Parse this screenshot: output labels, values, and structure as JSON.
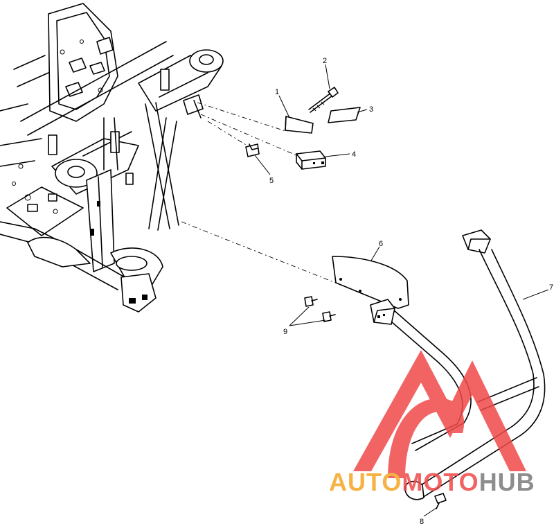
{
  "callouts": [
    {
      "id": "1",
      "label": "1"
    },
    {
      "id": "2",
      "label": "2"
    },
    {
      "id": "3",
      "label": "3"
    },
    {
      "id": "4",
      "label": "4"
    },
    {
      "id": "5",
      "label": "5"
    },
    {
      "id": "6",
      "label": "6"
    },
    {
      "id": "7",
      "label": "7"
    },
    {
      "id": "8",
      "label": "8"
    },
    {
      "id": "9",
      "label": "9"
    }
  ],
  "watermark": {
    "part1": "AUTO",
    "part2": "MOTO",
    "part3": "HUB",
    "color_orange": "#f5a623",
    "color_red": "#f04a4a",
    "color_gray": "#7a7a7a"
  }
}
